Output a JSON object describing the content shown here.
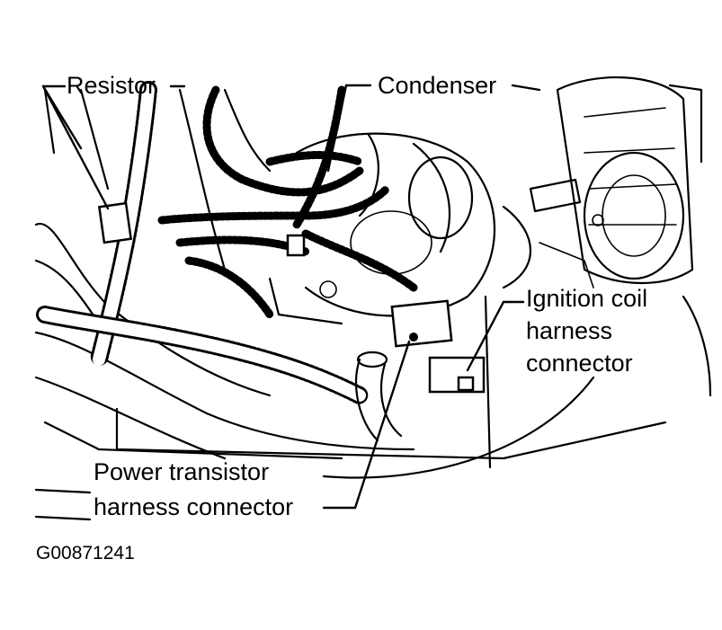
{
  "labels": {
    "resistor": "Resistor",
    "condenser": "Condenser",
    "ignition_coil_line1": "Ignition coil",
    "ignition_coil_line2": "harness",
    "ignition_coil_line3": "connector",
    "power_transistor_line1": "Power transistor",
    "power_transistor_line2": "harness connector"
  },
  "figure_code": "G00871241",
  "colors": {
    "ink": "#000000",
    "paper": "#ffffff"
  }
}
